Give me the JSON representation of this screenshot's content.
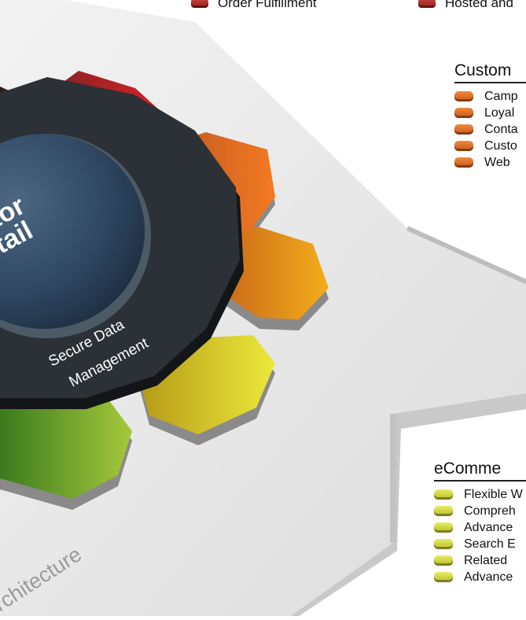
{
  "top_legend": {
    "item_left": "Order Fulfillment",
    "item_right": "Hosted and"
  },
  "panels": {
    "customer": {
      "title": "Custom",
      "items": [
        "Camp",
        "Loyal",
        "Conta",
        "Custo",
        "Web"
      ]
    },
    "ecommerce": {
      "title": "eComme",
      "items": [
        "Flexible W",
        "Compreh",
        "Advance",
        "Search E",
        "Related",
        "Advance"
      ]
    }
  },
  "diagram": {
    "hub_label_line1": "tor",
    "hub_label_line2": "etail",
    "ring_label_line1": "Secure Data",
    "ring_label_line2": "Management",
    "platform_label": "rchitecture"
  },
  "colors": {
    "customer_chip": "#e8782a",
    "ecommerce_chip": "#d6dc40",
    "top_legend_chip": "#a8302c",
    "hub": "#2c4560",
    "ring": "#2b2f36"
  }
}
